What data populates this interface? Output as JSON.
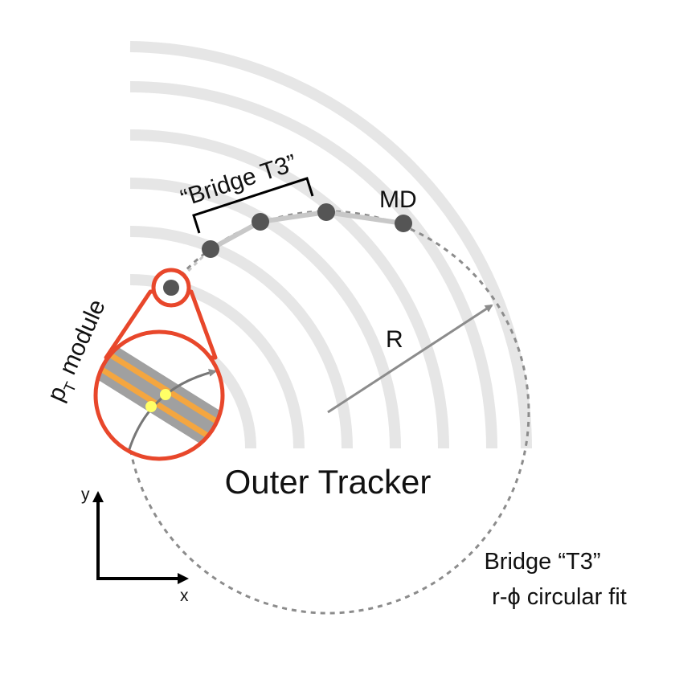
{
  "labels": {
    "bridge_t3": "“Bridge T3”",
    "md": "MD",
    "radius": "R",
    "pt_module": "p",
    "pt_sub": "T",
    "pt_rest": " module",
    "outer_tracker": "Outer Tracker",
    "fit_line1": "Bridge “T3”",
    "fit_line2": "r-ϕ circular fit",
    "axis_y": "y",
    "axis_x": "x"
  },
  "colors": {
    "layer_band": "#e6e6e6",
    "hit": "#555555",
    "track_segment": "#c8c8c8",
    "fit_circle": "#8c8c8c",
    "radius_arrow": "#8c8c8c",
    "zoom": "#e8472b",
    "strip_orange": "#f4a640",
    "strip_gray": "#8f8f8f",
    "stub_hit": "#ffff66",
    "text": "#111111"
  },
  "icons": {
    "zoom_hit": "circle-icon",
    "axes": "xy-axes-icon"
  }
}
